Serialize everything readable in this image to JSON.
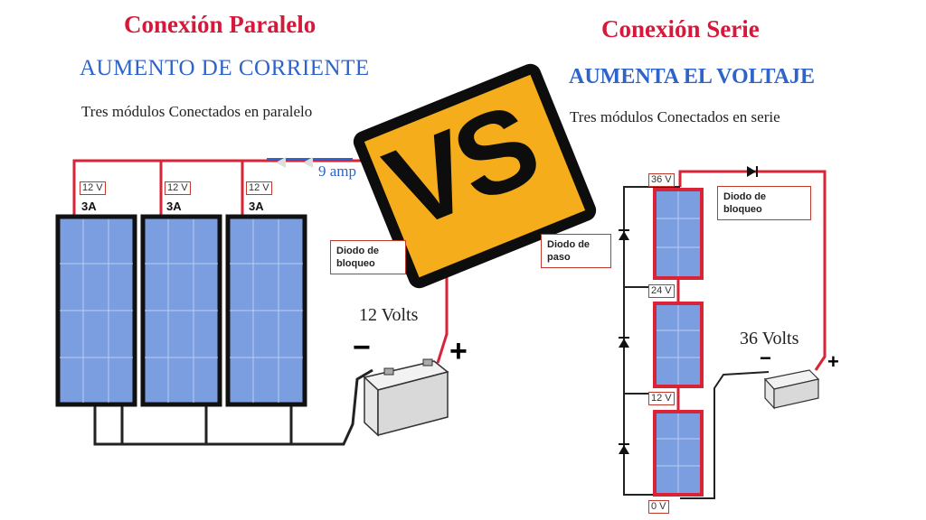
{
  "parallel": {
    "title": "Conexión Paralelo",
    "subtitle": "AUMENTO  DE CORRIENTE",
    "caption": "Tres  módulos Conectados en paralelo",
    "current_total": "9 amp",
    "modules": [
      {
        "voltage": "12 V",
        "current": "3A"
      },
      {
        "voltage": "12 V",
        "current": "3A"
      },
      {
        "voltage": "12 V",
        "current": "3A"
      }
    ],
    "diode": "Diodo de bloqueo",
    "output": "12 Volts",
    "minus": "−",
    "plus": "+"
  },
  "vs": {
    "text": "VS",
    "color": "#f5ad1b"
  },
  "series": {
    "title": "Conexión Serie",
    "subtitle": "AUMENTA EL VOLTAJE",
    "caption": "Tres  módulos Conectados en serie",
    "levels": [
      "36 V",
      "24 V",
      "12 V",
      "0 V"
    ],
    "block_diode": "Diodo de bloqueo",
    "bypass_diode": "Diodo de paso",
    "output": "36 Volts",
    "minus": "−",
    "plus": "+"
  },
  "colors": {
    "wire_red": "#d92336",
    "panel_blue": "#7a9ee0",
    "panel_frame": "#111111",
    "accent_red": "#d6193a",
    "accent_blue": "#2e63c9"
  }
}
